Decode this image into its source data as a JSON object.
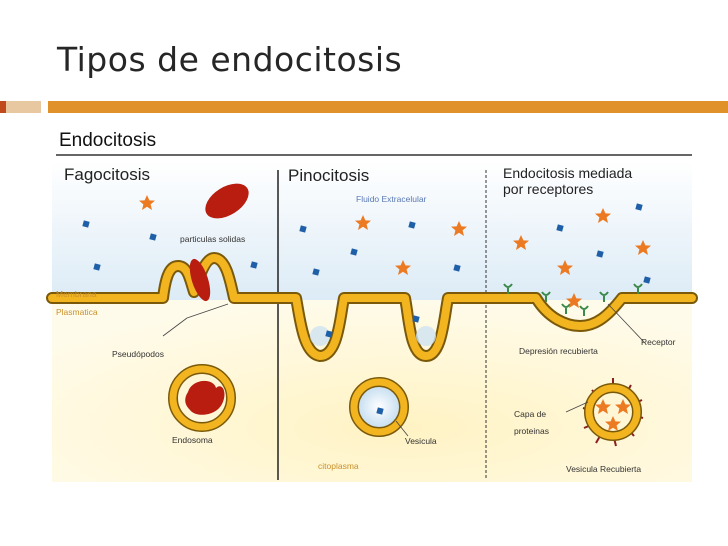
{
  "slide": {
    "title": "Tipos de endocitosis"
  },
  "diagram": {
    "heading": "Endocitosis",
    "panels": {
      "phagocytosis": {
        "title": "Fagocitosis",
        "label_particles": "particulas solidas",
        "label_pseudopods": "Pseudópodos",
        "label_endosome": "Endosoma"
      },
      "pinocytosis": {
        "title": "Pinocitosis",
        "label_fluid": "Fluido Extracelular",
        "label_vesicle": "Vesicula"
      },
      "receptor_mediated": {
        "title_line1": "Endocitosis mediada",
        "title_line2": "por receptores",
        "label_receptor": "Receptor",
        "label_pit": "Depresión recubierta",
        "label_coat_line1": "Capa de",
        "label_coat_line2": "proteinas",
        "label_coated_vesicle": "Vesicula Recubierta"
      }
    },
    "label_membrane_line1": "Membrana",
    "label_membrane_line2": "Plasmatica",
    "label_cytoplasm": "citoplasma",
    "colors": {
      "membrane": "#f2b51f",
      "membrane_edge": "#7a5a0a",
      "particle": "#b81d10",
      "star": "#ec7a22",
      "dot": "#1f5fa8",
      "receptor": "#3a8a4a",
      "coat_spike": "#8b1e1e",
      "label_orange": "#c9902a",
      "label_blue": "#5a78b4"
    }
  }
}
